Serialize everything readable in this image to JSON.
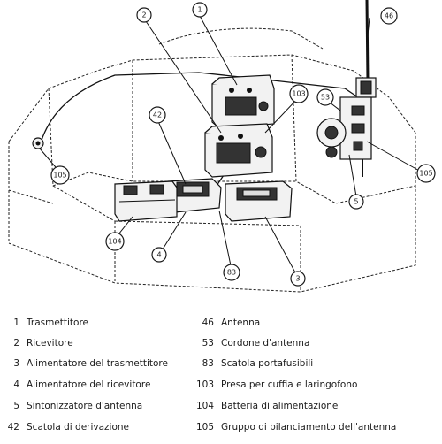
{
  "callouts": [
    {
      "id": "c1",
      "label": "1"
    },
    {
      "id": "c2",
      "label": "2"
    },
    {
      "id": "c3",
      "label": "3"
    },
    {
      "id": "c4",
      "label": "4"
    },
    {
      "id": "c5",
      "label": "5"
    },
    {
      "id": "c42",
      "label": "42"
    },
    {
      "id": "c46",
      "label": "46"
    },
    {
      "id": "c53",
      "label": "53"
    },
    {
      "id": "c83",
      "label": "83"
    },
    {
      "id": "c103",
      "label": "103"
    },
    {
      "id": "c104",
      "label": "104"
    },
    {
      "id": "c105",
      "label": "105"
    },
    {
      "id": "c105b",
      "label": "105"
    }
  ],
  "legend": {
    "left": [
      {
        "num": "1",
        "text": "Trasmettitore"
      },
      {
        "num": "2",
        "text": "Ricevitore"
      },
      {
        "num": "3",
        "text": "Alimentatore del trasmettitore"
      },
      {
        "num": "4",
        "text": "Alimentatore del ricevitore"
      },
      {
        "num": "5",
        "text": "Sintonizzatore d'antenna"
      },
      {
        "num": "42",
        "text": "Scatola di derivazione"
      }
    ],
    "right": [
      {
        "num": "46",
        "text": "Antenna"
      },
      {
        "num": "53",
        "text": "Cordone d'antenna"
      },
      {
        "num": "83",
        "text": "Scatola portafusibili"
      },
      {
        "num": "103",
        "text": "Presa per cuffia e laringofono"
      },
      {
        "num": "104",
        "text": "Batteria di alimentazione"
      },
      {
        "num": "105",
        "text": "Gruppo di bilanciamento dell'antenna"
      }
    ]
  }
}
